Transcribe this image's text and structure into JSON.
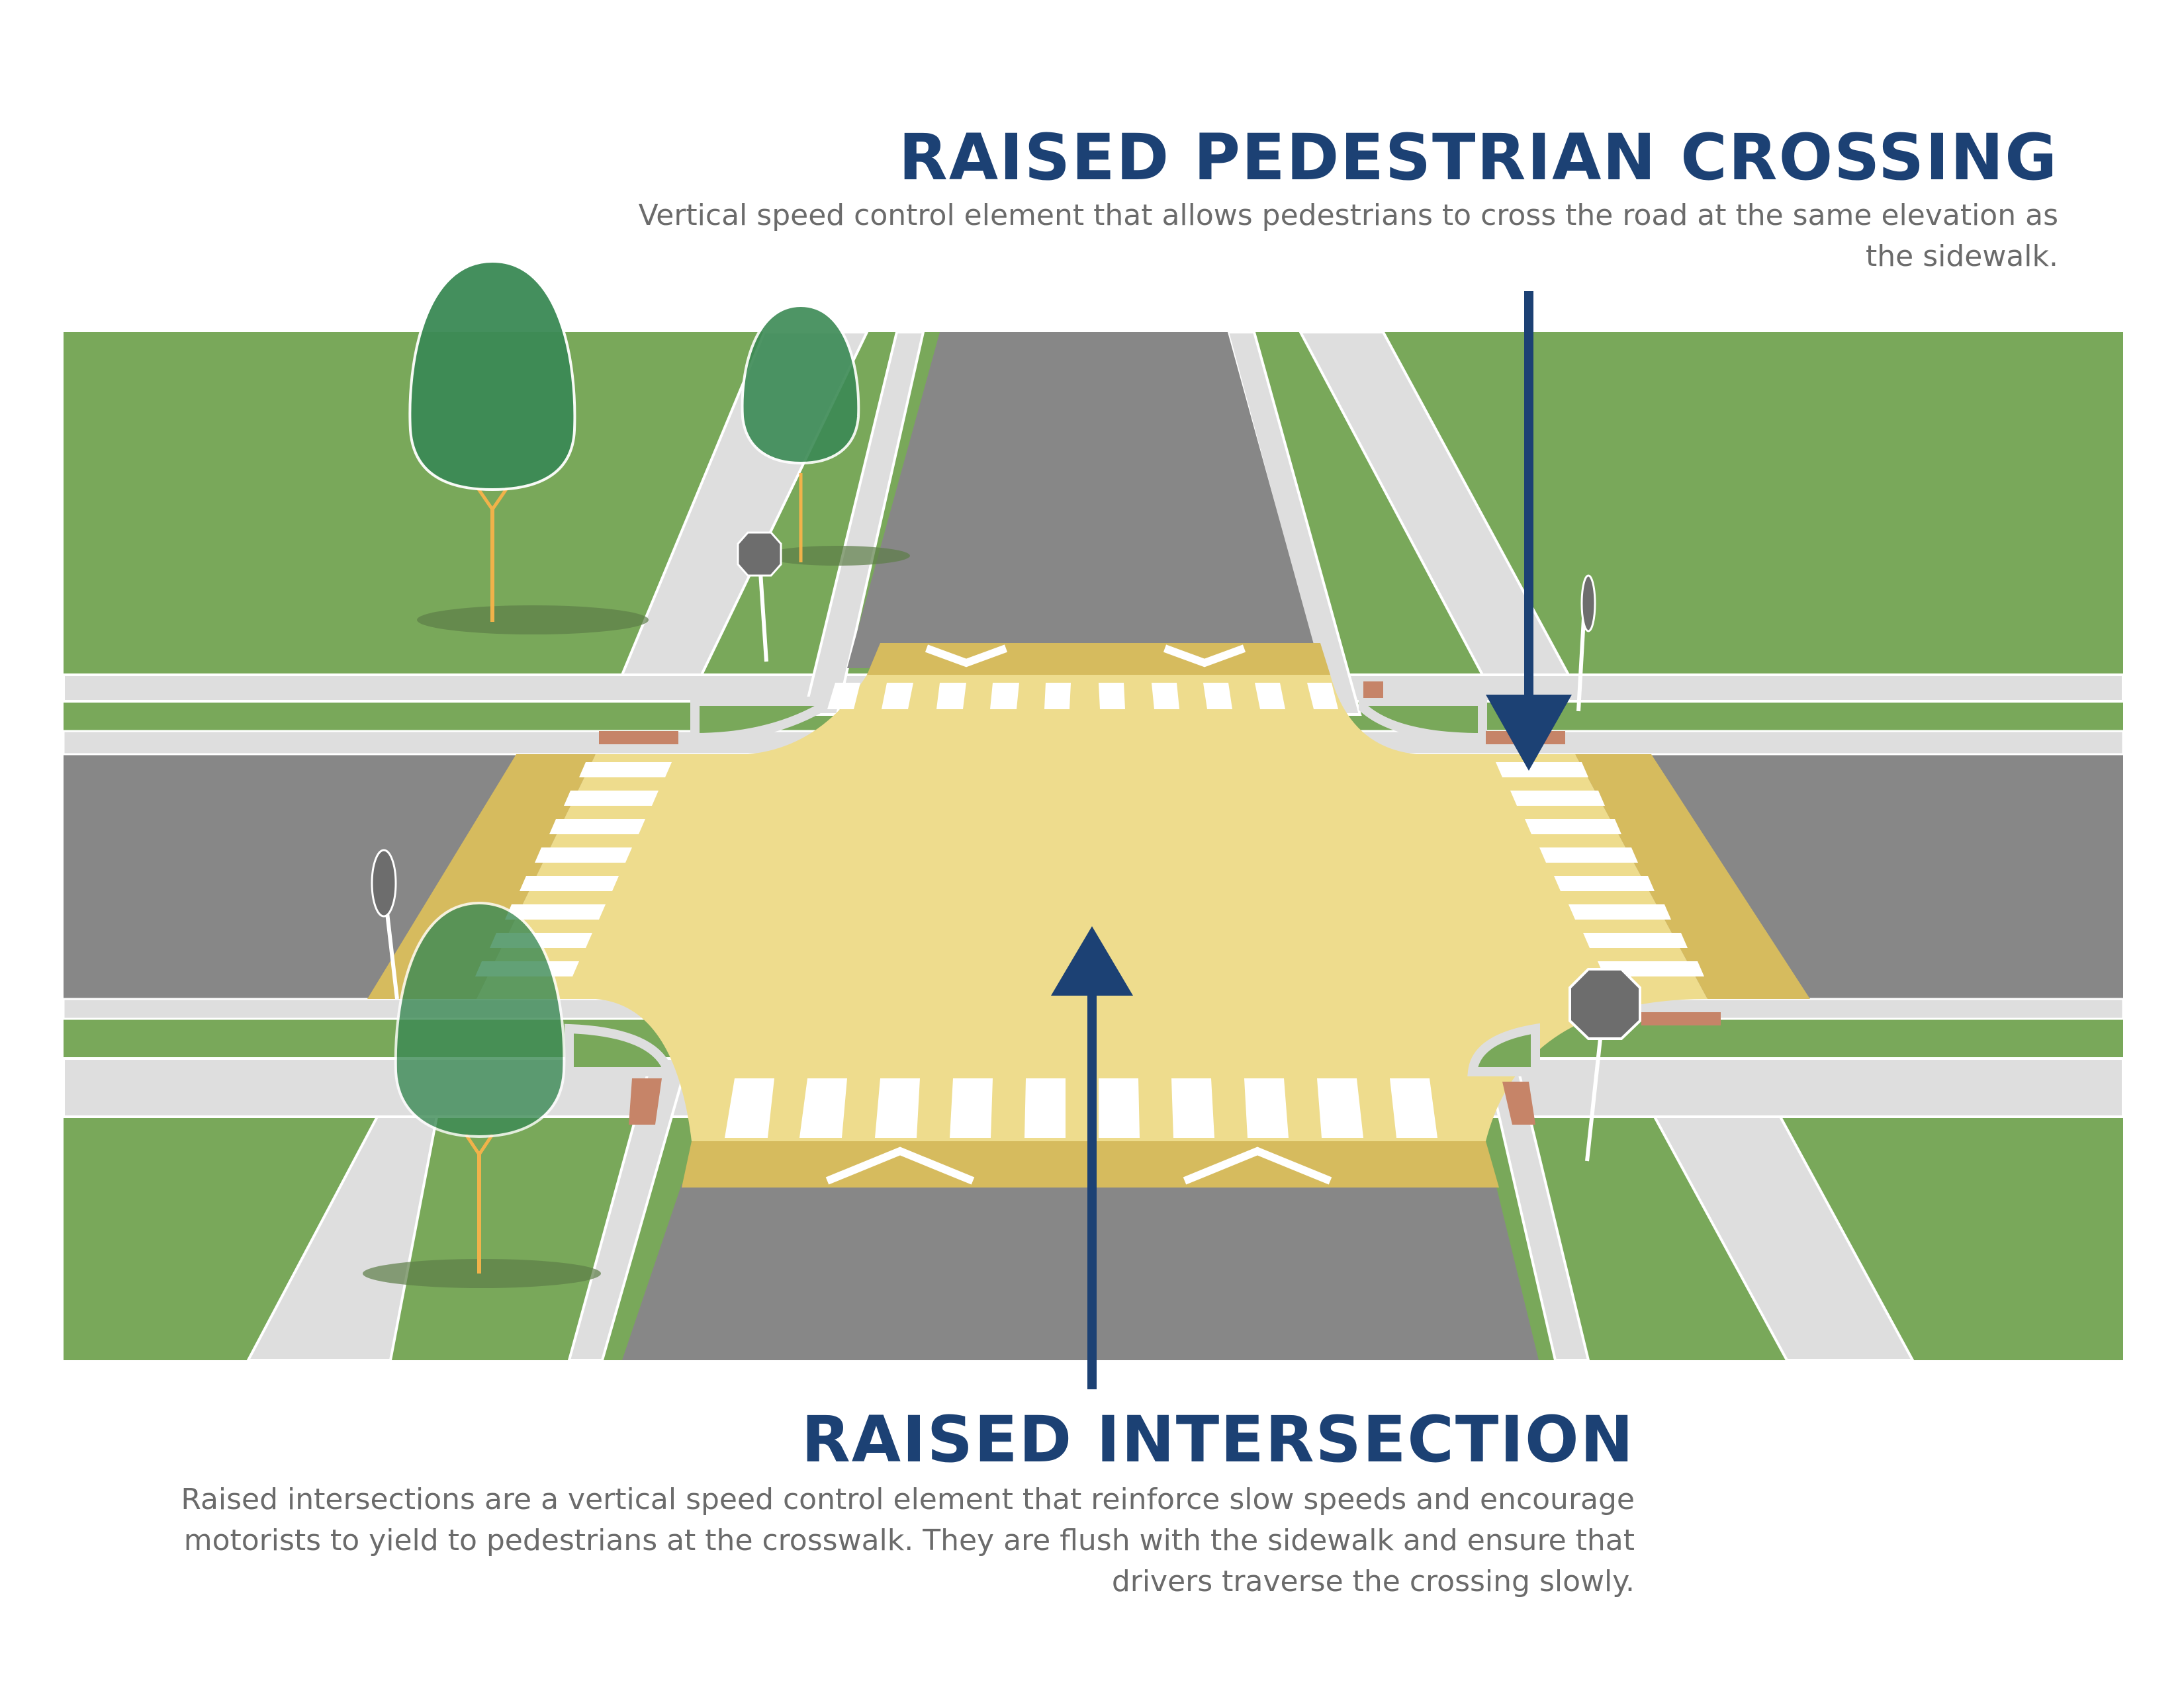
{
  "top_callout": {
    "title": "RAISED PEDESTRIAN CROSSING",
    "description": "Vertical speed control element that allows pedestrians to cross the road at the same elevation as the sidewalk."
  },
  "bottom_callout": {
    "title": "RAISED INTERSECTION",
    "description": "Raised intersections are a vertical speed control element that reinforce slow speeds and encourage motorists to yield to pedestrians at the crosswalk.  They are flush with the sidewalk and ensure that drivers traverse the crossing slowly."
  },
  "colors": {
    "grass": "#79a85a",
    "road": "#878787",
    "sidewalk": "#dedede",
    "raised_table": "#eedc8d",
    "ramp": "#d6bb5e",
    "crosswalk": "#ffffff",
    "tree": "#3b8a55",
    "trunk": "#f1b24a",
    "arrow": "#1c4174",
    "curb_ramp": "#c68468",
    "sign": "#6d6d6d"
  }
}
